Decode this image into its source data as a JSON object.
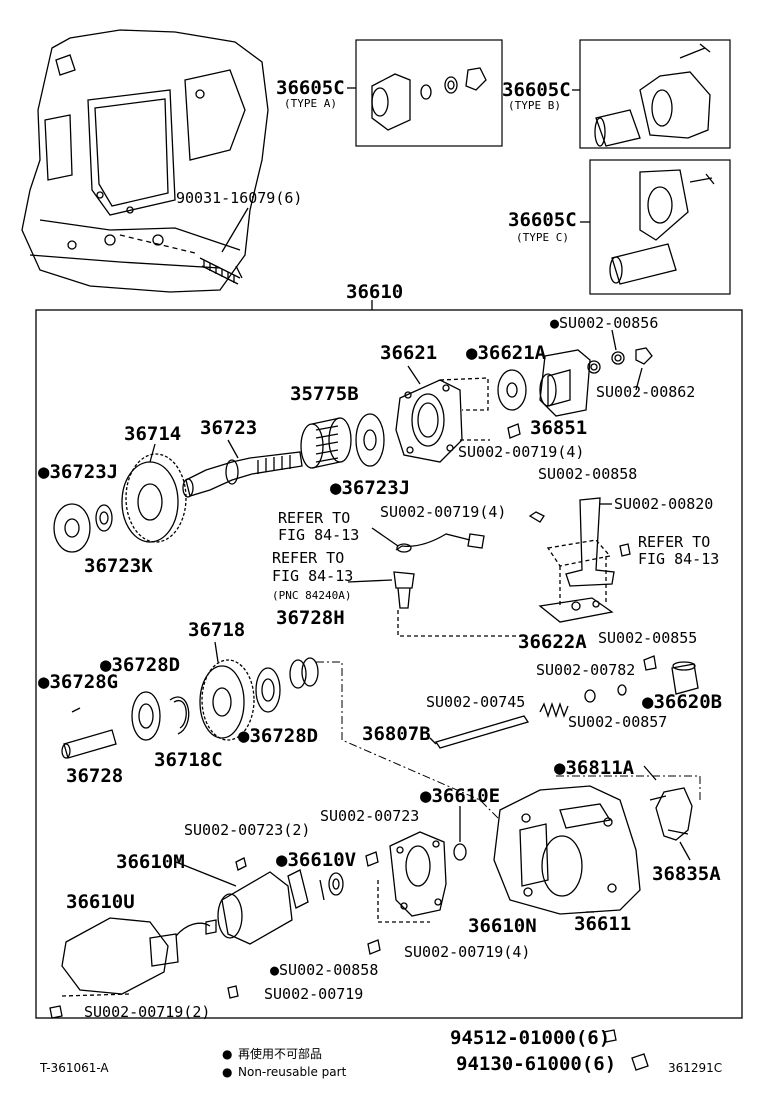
{
  "labels": {
    "type_a_code": "36605C",
    "type_a_sub": "(TYPE A)",
    "type_b_code": "36605C",
    "type_b_sub": "(TYPE B)",
    "type_c_code": "36605C",
    "type_c_sub": "(TYPE C)",
    "stud": "90031-16079(6)",
    "assy": "36610",
    "p36621": "36621",
    "p36621a": "●36621A",
    "su00856": "●SU002-00856",
    "su00862": "SU002-00862",
    "p35775b": "35775B",
    "p36851": "36851",
    "su00719_4a": "SU002-00719(4)",
    "su00858a": "SU002-00858",
    "p36714": "36714",
    "p36723": "36723",
    "p36723j_a": "●36723J",
    "p36723j_b": "●36723J",
    "p36723k": "36723K",
    "refer1_a": "REFER TO",
    "refer1_b": "FIG 84-13",
    "refer2_a": "REFER TO",
    "refer2_b": "FIG 84-13",
    "refer2_c": "(PNC 84240A)",
    "su00719_4b": "SU002-00719(4)",
    "su00820": "SU002-00820",
    "refer3_a": "REFER TO",
    "refer3_b": "FIG 84-13",
    "p36622a": "36622A",
    "su00855": "SU002-00855",
    "su00782": "SU002-00782",
    "p36620b": "●36620B",
    "su00745": "SU002-00745",
    "su00857": "SU002-00857",
    "p36718": "36718",
    "p36728h": "36728H",
    "p36728d_a": "●36728D",
    "p36728g": "●36728G",
    "p36728d_b": "●36728D",
    "p36718c": "36718C",
    "p36728": "36728",
    "p36807b": "36807B",
    "p36811a": "●36811A",
    "p36610e": "●36610E",
    "su00723": "SU002-00723",
    "su00723_2": "SU002-00723(2)",
    "p36610m": "36610M",
    "p36610v": "●36610V",
    "p36835a": "36835A",
    "p36610u": "36610U",
    "p36610n": "36610N",
    "p36611": "36611",
    "su00719_4c": "SU002-00719(4)",
    "su00858b": "●SU002-00858",
    "su00719": "SU002-00719",
    "su00719_2": "SU002-00719(2)",
    "p94512": "94512-01000(6)",
    "p94130": "94130-61000(6)"
  },
  "footer": {
    "fig_id": "T-361061-A",
    "legend_jp": "再使用不可部品",
    "legend_en": "Non-reusable part",
    "ref_code": "361291C"
  }
}
